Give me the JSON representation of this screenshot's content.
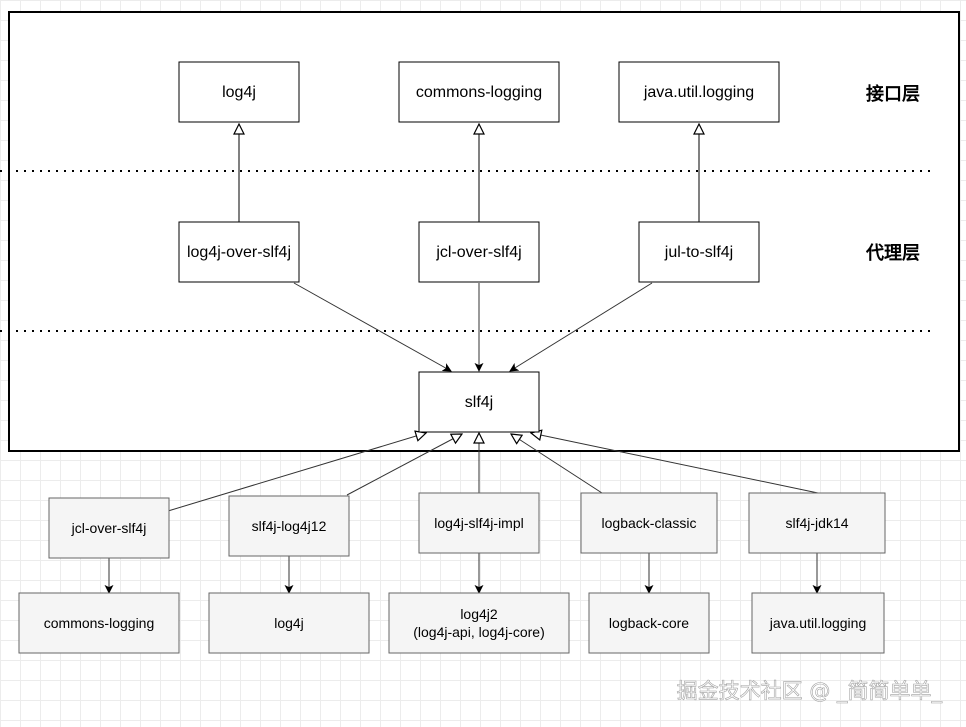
{
  "layers": {
    "interface": "接口层",
    "proxy": "代理层"
  },
  "nodes": {
    "log4j_top": "log4j",
    "commons_logging_top": "commons-logging",
    "jul_top": "java.util.logging",
    "log4j_over_slf4j": "log4j-over-slf4j",
    "jcl_over_slf4j_mid": "jcl-over-slf4j",
    "jul_to_slf4j": "jul-to-slf4j",
    "slf4j": "slf4j",
    "jcl_over_slf4j_bottom": "jcl-over-slf4j",
    "slf4j_log4j12": "slf4j-log4j12",
    "log4j_slf4j_impl": "log4j-slf4j-impl",
    "logback_classic": "logback-classic",
    "slf4j_jdk14": "slf4j-jdk14",
    "commons_logging_bottom": "commons-logging",
    "log4j_bottom": "log4j",
    "log4j2_line1": "log4j2",
    "log4j2_line2": "(log4j-api, log4j-core)",
    "logback_core": "logback-core",
    "jul_bottom": "java.util.logging"
  },
  "watermark": "掘金技术社区 @ _简简单单_",
  "colors": {
    "bottom_fill": "#f5f5f5",
    "bottom_stroke": "#666666",
    "line": "#333333"
  }
}
